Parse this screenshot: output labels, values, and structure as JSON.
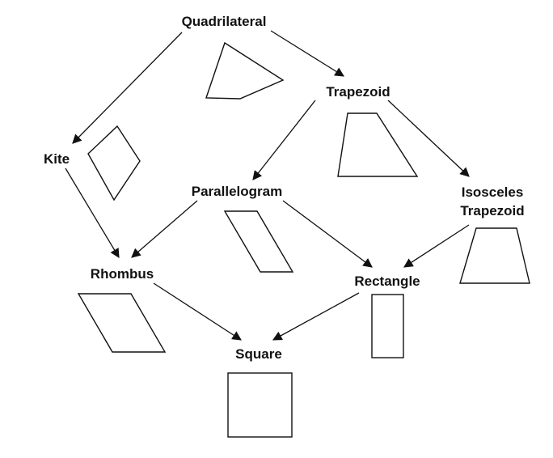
{
  "diagram": {
    "nodes": {
      "quadrilateral": "Quadrilateral",
      "trapezoid": "Trapezoid",
      "kite": "Kite",
      "parallelogram": "Parallelogram",
      "isosceles_line1": "Isosceles",
      "isosceles_line2": "Trapezoid",
      "rhombus": "Rhombus",
      "rectangle": "Rectangle",
      "square": "Square"
    },
    "edges": [
      {
        "from": "Quadrilateral",
        "to": "Trapezoid"
      },
      {
        "from": "Quadrilateral",
        "to": "Kite"
      },
      {
        "from": "Trapezoid",
        "to": "Parallelogram"
      },
      {
        "from": "Trapezoid",
        "to": "Isosceles Trapezoid"
      },
      {
        "from": "Kite",
        "to": "Rhombus"
      },
      {
        "from": "Parallelogram",
        "to": "Rhombus"
      },
      {
        "from": "Parallelogram",
        "to": "Rectangle"
      },
      {
        "from": "Isosceles Trapezoid",
        "to": "Rectangle"
      },
      {
        "from": "Rhombus",
        "to": "Square"
      },
      {
        "from": "Rectangle",
        "to": "Square"
      }
    ]
  }
}
